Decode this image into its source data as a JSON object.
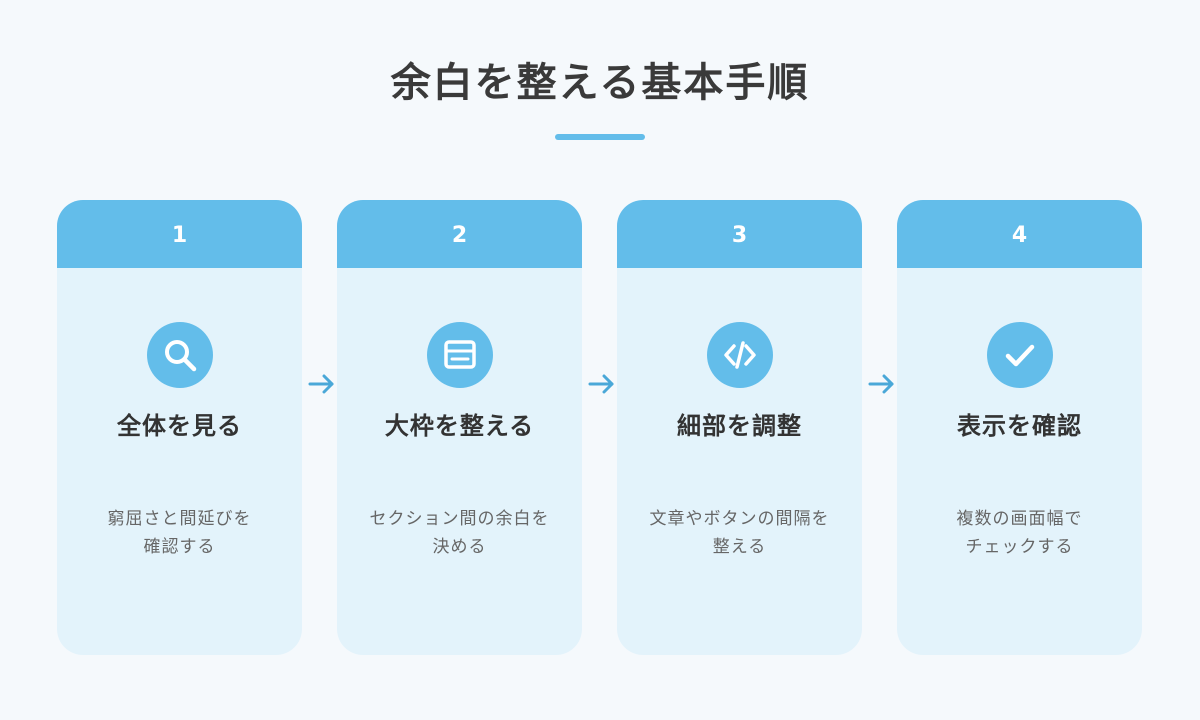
{
  "title": "余白を整える基本手順",
  "colors": {
    "accent": "#63bdea",
    "card_background": "#e3f3fb",
    "page_background": "#f5f9fc",
    "arrow": "#4aa8d8"
  },
  "steps": [
    {
      "number": "1",
      "icon": "search-icon",
      "title": "全体を見る",
      "description": [
        "窮屈さと間延びを",
        "確認する"
      ]
    },
    {
      "number": "2",
      "icon": "layout-frame-icon",
      "title": "大枠を整える",
      "description": [
        "セクション間の余白を",
        "決める"
      ]
    },
    {
      "number": "3",
      "icon": "code-icon",
      "title": "細部を調整",
      "description": [
        "文章やボタンの間隔を",
        "整える"
      ]
    },
    {
      "number": "4",
      "icon": "check-icon",
      "title": "表示を確認",
      "description": [
        "複数の画面幅で",
        "チェックする"
      ]
    }
  ]
}
